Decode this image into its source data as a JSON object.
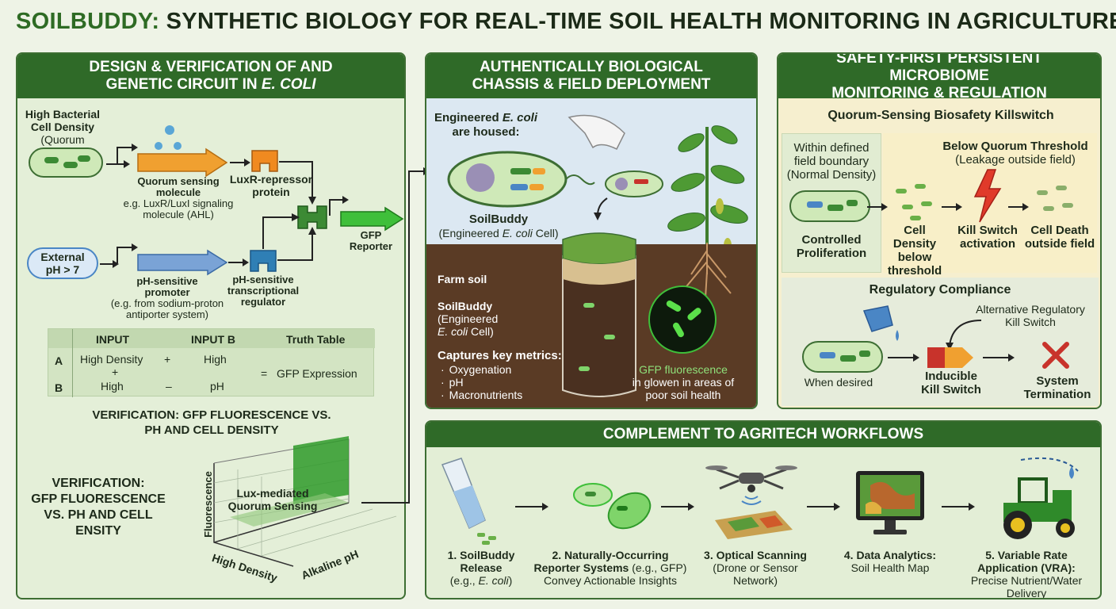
{
  "title": {
    "lead": "SOILBUDDY:",
    "rest": " SYNTHETIC BIOLOGY FOR REAL-TIME SOIL HEALTH MONITORING IN AGRICULTURE"
  },
  "colors": {
    "header": "#2f6a28",
    "panel_bg": "#e4efd8",
    "gfp_green": "#3fbf3a",
    "soil": "#5a3b25",
    "red": "#c8332b",
    "orange": "#f0a030",
    "blue": "#4a86c5"
  },
  "p1": {
    "header_l1": "DESIGN & VERIFICATION OF AND",
    "header_l2a": "GENETIC CIRCUIT IN ",
    "header_l2b": "E. COLI",
    "high_density_l1": "High Bacterial",
    "high_density_l2": "Cell Density",
    "high_density_l3": "(Quorum Sensing)",
    "qs_l1": "Quorum sensing",
    "qs_l2": "molecule",
    "qs_l3": "e.g. LuxR/LuxI signaling",
    "qs_l4": "molecule (AHL)",
    "luxr_l1": "LuxR-repressor",
    "luxr_l2": "protein",
    "gfp_l1": "GFP",
    "gfp_l2": "Reporter",
    "external_l1": "External",
    "external_l2": "pH > 7",
    "ph_prom_l1": "pH-sensitive",
    "ph_prom_l2": "promoter",
    "ph_prom_l3": "(e.g. from sodium-proton",
    "ph_prom_l4": "antiporter system)",
    "ph_reg_l1": "pH-sensitive",
    "ph_reg_l2": "transcriptional",
    "ph_reg_l3": "regulator",
    "table": {
      "h_input": "INPUT",
      "h_inputb": "INPUT B",
      "h_truth": "Truth Table",
      "row_a": "A",
      "row_b": "B",
      "a_in": "High Density",
      "a_op": "+",
      "a_inb": "High",
      "plus": "+",
      "b_in": "High",
      "b_op": "–",
      "b_inb": "pH",
      "eq": "=",
      "result": "GFP Expression"
    },
    "verif_top_l1": "VERIFICATION: GFP FLUORESCENCE VS.",
    "verif_top_l2": "PH AND CELL DENSITY",
    "verif_left_l1": "VERIFICATION:",
    "verif_left_l2": "GFP FLUORESCENCE",
    "verif_left_l3": "VS. PH AND CELL",
    "verif_left_l4": "ENSITY",
    "plot_y": "Fluorescence",
    "plot_x1": "High Density",
    "plot_x2": "Alkaline pH",
    "plot_label_l1": "Lux-mediated",
    "plot_label_l2": "Quorum Sensing"
  },
  "p2": {
    "header_l1": "AUTHENTICALLY BIOLOGICAL",
    "header_l2": "CHASSIS & FIELD DEPLOYMENT",
    "engineered_l1a": "Engineered ",
    "engineered_l1b": "E. coli",
    "engineered_l2": "are housed:",
    "soilbuddy": "SoilBuddy",
    "soilbuddy_sub_a": "(Engineered ",
    "soilbuddy_sub_b": "E. coli",
    "soilbuddy_sub_c": " Cell)",
    "farm_soil": "Farm soil",
    "sb2_l1": "SoilBuddy",
    "sb2_l2": "(Engineered",
    "sb2_l3a": "E. coli",
    "sb2_l3b": " Cell)",
    "captures": "Captures key metrics:",
    "metric_1": "Oxygenation",
    "metric_2": "pH",
    "metric_3": "Macronutrients",
    "gfp_l1": "GFP fluorescence",
    "gfp_l2": "in glowen in areas of",
    "gfp_l3": "poor soil health"
  },
  "p3": {
    "header_l1": "SAFETY-FIRST PERSISTENT MICROBIOME",
    "header_l2": "MONITORING & REGULATION",
    "sub1": "Quorum-Sensing Biosafety Killswitch",
    "within_l1": "Within defined",
    "within_l2": "field boundary",
    "within_l3": "(Normal Density)",
    "below_l1": "Below Quorum Threshold",
    "below_l2": "(Leakage outside field)",
    "controlled_l1": "Controlled",
    "controlled_l2": "Proliferation",
    "cd_below_l1": "Cell Density",
    "cd_below_l2": "below",
    "cd_below_l3": "threshold",
    "ks_l1": "Kill Switch",
    "ks_l2": "activation",
    "death_l1": "Cell Death",
    "death_l2": "outside field",
    "sub2": "Regulatory Compliance",
    "alt_l1": "Alternative Regulatory",
    "alt_l2": "Kill Switch",
    "when": "When desired",
    "inducible_l1": "Inducible",
    "inducible_l2": "Kill Switch",
    "term_l1": "System",
    "term_l2": "Termination"
  },
  "p4": {
    "header": "COMPLEMENT TO AGRITECH WORKFLOWS",
    "s1_l1": "1. SoilBuddy",
    "s1_l2": "Release",
    "s1_l3a": "(e.g., ",
    "s1_l3b": "E. coli",
    "s1_l3c": ")",
    "s2_l1": "2. Naturally-Occurring",
    "s2_l2a": "Reporter Systems",
    "s2_l2b": " (e.g., GFP)",
    "s2_l3": "Convey Actionable Insights",
    "s3_l1": "3. Optical Scanning",
    "s3_l2": "(Drone or Sensor",
    "s3_l3": "Network)",
    "s4_l1": "4. Data Analytics:",
    "s4_l2": "Soil Health Map",
    "s5_l1": "5. Variable Rate",
    "s5_l2": "Application (VRA):",
    "s5_l3": "Precise Nutrient/Water",
    "s5_l4": "Delivery"
  }
}
